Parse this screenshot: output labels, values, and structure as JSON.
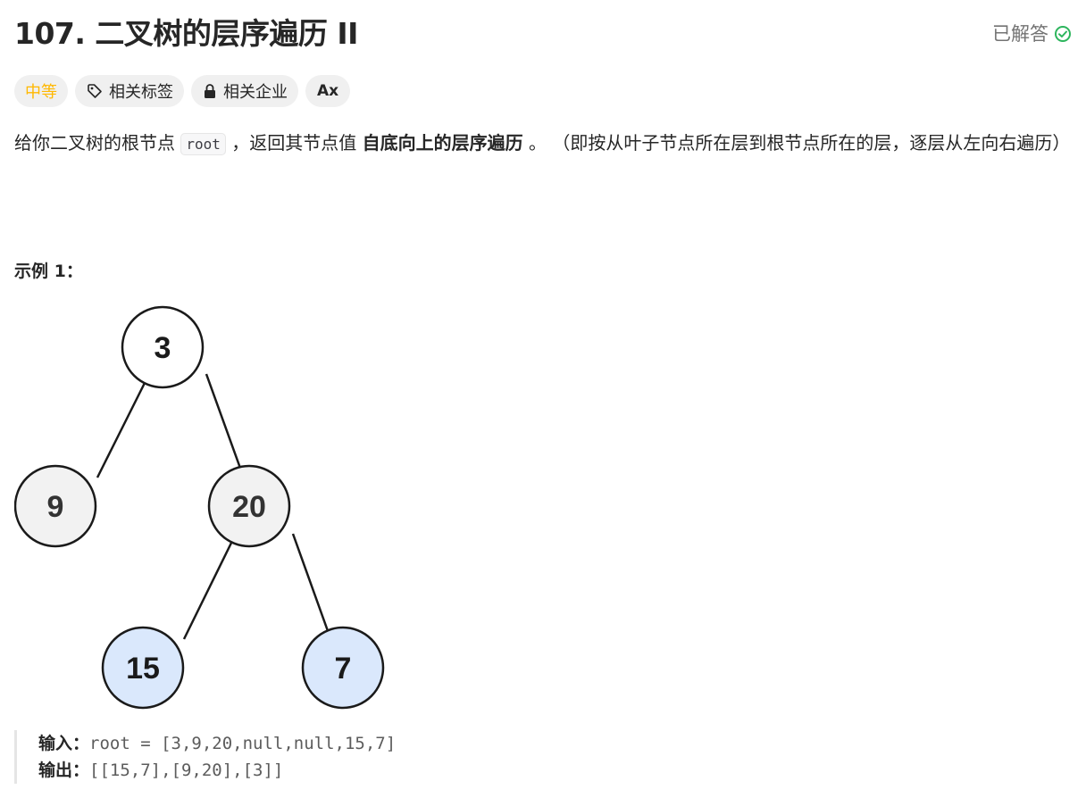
{
  "problem": {
    "title": "107. 二叉树的层序遍历 II",
    "solved_label": "已解答"
  },
  "tags": {
    "difficulty": "中等",
    "related_tags": "相关标签",
    "related_companies": "相关企业",
    "lang_icon": "Ax"
  },
  "description": {
    "part1": "给你二叉树的根节点 ",
    "code_root": "root",
    "part2": " ，返回其节点值 ",
    "bold": "自底向上的层序遍历",
    "part3": " 。 （即按从叶子节点所在层到根节点所在的层，逐层从左向右遍历）"
  },
  "example": {
    "label": "示例 1：",
    "tree_nodes": {
      "n3": "3",
      "n9": "9",
      "n20": "20",
      "n15": "15",
      "n7": "7"
    },
    "input_label": "输入：",
    "input_value": "root = [3,9,20,null,null,15,7]",
    "output_label": "输出：",
    "output_value": "[[15,7],[9,20],[3]]"
  },
  "colors": {
    "difficulty": "#ffb800",
    "solved_check": "#2db55d",
    "node_grey": "#f2f2f2",
    "node_blue": "#dae8fc"
  },
  "icons": {
    "solved": "check-circle-icon",
    "tag": "tag-icon",
    "lock": "lock-icon",
    "translate": "translate-icon"
  }
}
